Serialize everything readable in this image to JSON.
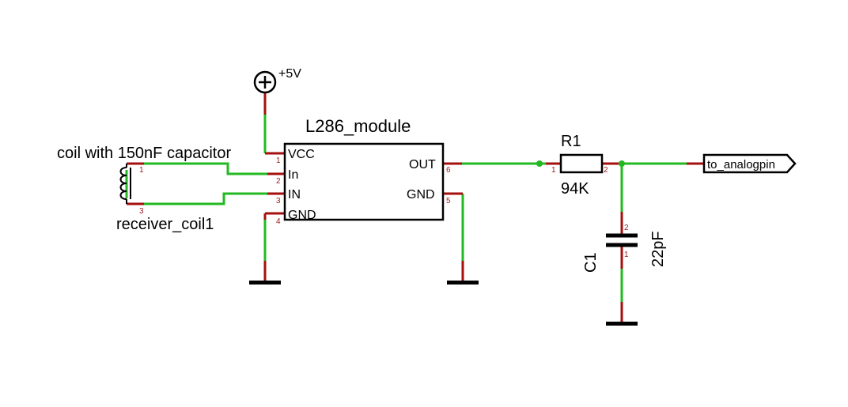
{
  "colors": {
    "wire": "#22b922",
    "pin": "#a50f0f",
    "body": "#000000",
    "pin_number": "#a02020",
    "junction": "#22b922",
    "background": "#ffffff"
  },
  "power": {
    "label": "+5V",
    "icon": "power-plus-icon"
  },
  "module": {
    "name": "L286_module",
    "pins": {
      "vcc": {
        "label": "VCC",
        "number": "1"
      },
      "in_lower": {
        "label": "In",
        "number": "2"
      },
      "in_upper": {
        "label": "IN",
        "number": "3"
      },
      "gnd_left": {
        "label": "GND",
        "number": "4"
      },
      "out": {
        "label": "OUT",
        "number": "6"
      },
      "gnd_right": {
        "label": "GND",
        "number": "5"
      }
    }
  },
  "coil": {
    "title": "coil with 150nF capacitor",
    "name": "receiver_coil1",
    "pin_top": "1",
    "pin_bottom": "3"
  },
  "resistor": {
    "ref": "R1",
    "value": "94K",
    "pin_left": "1",
    "pin_right": "2"
  },
  "capacitor": {
    "ref": "C1",
    "value": "22pF",
    "pin_top": "2",
    "pin_bottom": "1"
  },
  "net_label": {
    "text": "to_analogpin"
  },
  "ground_symbols": [
    "ground-icon",
    "ground-icon",
    "ground-icon"
  ]
}
